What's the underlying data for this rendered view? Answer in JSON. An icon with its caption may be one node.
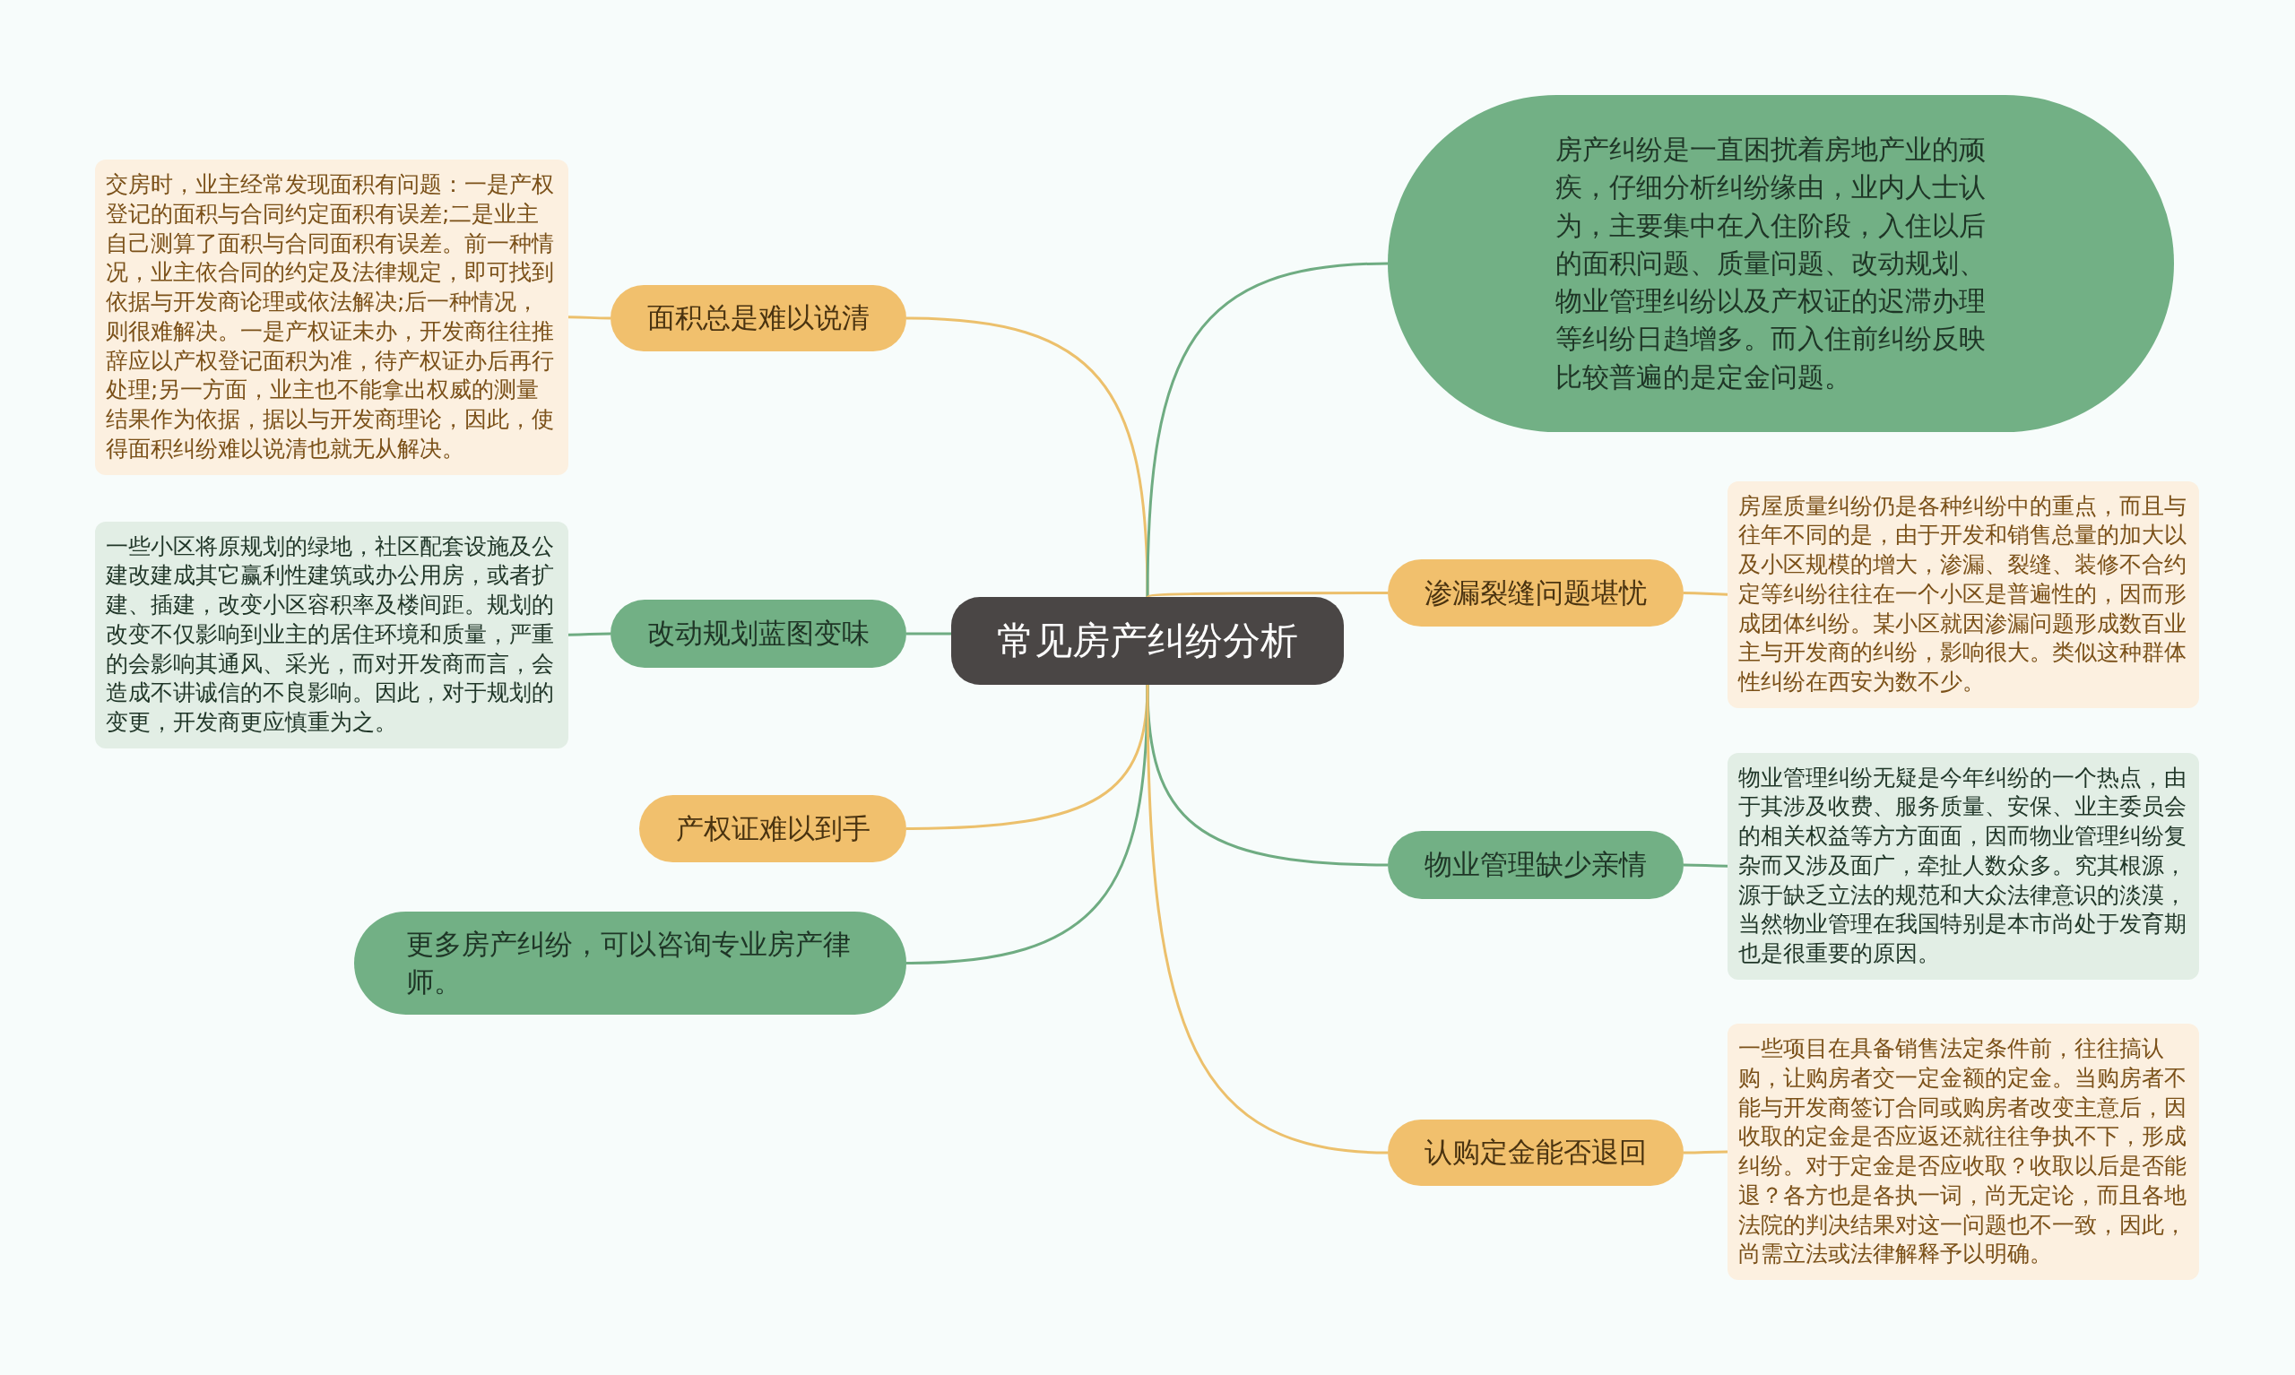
{
  "diagram": {
    "nodes": [
      {
        "text": [
          "常见房产纠纷分析"
        ]
      },
      {
        "text": [
          "面积总是难以说清"
        ]
      },
      {
        "text": [
          "交房时，业主经常发现面积有问题：一是产权登记的面积与合同约定面积有误差;二是业主自己测算了面积与合同面积有误差。前一种情况，业主依合同的约定及法律规定，即可找到依据与开发商论理或依法解决;后一种情况，则很难解决。一是产权证未办，开发商往往推辞应以产权登记面积为准，待产权证办后再行处理;另一方面，业主也不能拿出权威的测量结果作为依据，据以与开发商理论，因此，使得面积纠纷难以说清也就无从解决。"
        ]
      },
      {
        "text": [
          "改动规划蓝图变味"
        ]
      },
      {
        "text": [
          "一些小区将原规划的绿地，社区配套设施及公建改建成其它赢利性建筑或办公用房，或者扩建、插建，改变小区容积率及楼间距。规划的改变不仅影响到业主的居住环境和质量，严重的会影响其通风、采光，而对开发商而言，会造成不讲诚信的不良影响。因此，对于规划的变更，开发商更应慎重为之。"
        ]
      },
      {
        "text": [
          "产权证难以到手"
        ]
      },
      {
        "text": [
          "更多房产纠纷，可以咨询专业房产律师。"
        ]
      },
      {
        "text": [
          "房产纠纷是一直困扰着房地产业的顽疾，仔细分析纠纷缘由，业内人士认为，主要集中在入住阶段，入住以后的面积问题、质量问题、改动规划、物业管理纠纷以及产权证的迟滞办理等纠纷日趋增多。而入住前纠纷反映比较普遍的是定金问题。"
        ]
      },
      {
        "text": [
          "渗漏裂缝问题堪忧"
        ]
      },
      {
        "text": [
          "房屋质量纠纷仍是各种纠纷中的重点，而且与往年不同的是，由于开发和销售总量的加大以及小区规模的增大，渗漏、裂缝、装修不合约定等纠纷往往在一个小区是普遍性的，因而形成团体纠纷。某小区就因渗漏问题形成数百业主与开发商的纠纷，影响很大。类似这种群体性纠纷在西安为数不少。"
        ]
      },
      {
        "text": [
          "物业管理缺少亲情"
        ]
      },
      {
        "text": [
          "物业管理纠纷无疑是今年纠纷的一个热点，由于其涉及收费、服务质量、安保、业主委员会的相关权益等方方面面，因而物业管理纠纷复杂而又涉及面广，牵扯人数众多。究其根源，源于缺乏立法的规范和大众法律意识的淡漠，当然物业管理在我国特别是本市尚处于发育期也是很重要的原因。"
        ]
      },
      {
        "text": [
          "认购定金能否退回"
        ]
      },
      {
        "text": [
          "一些项目在具备销售法定条件前，往往搞认购，让购房者交一定金额的定金。当购房者不能与开发商签订合同或购房者改变主意后，因收取的定金是否应返还就往往争执不下，形成纠纷。对于定金是否应收取？收取以后是否能退？各方也是各执一词，尚无定论，而且各地法院的判决结果对这一问题也不一致，因此，尚需立法或法律解释予以明确。"
        ]
      }
    ],
    "edges": [
      {
        "from": 0,
        "to": 1,
        "arrow": "none",
        "color": "#ecc06c"
      },
      {
        "from": 1,
        "to": 2,
        "arrow": "none",
        "color": "#ecc06c"
      },
      {
        "from": 0,
        "to": 3,
        "arrow": "none",
        "color": "#6fac82"
      },
      {
        "from": 3,
        "to": 4,
        "arrow": "none",
        "color": "#6fac82"
      },
      {
        "from": 0,
        "to": 5,
        "arrow": "none",
        "color": "#ecc06c"
      },
      {
        "from": 0,
        "to": 6,
        "arrow": "none",
        "color": "#6fac82"
      },
      {
        "from": 0,
        "to": 7,
        "arrow": "none",
        "color": "#6fac82"
      },
      {
        "from": 0,
        "to": 8,
        "arrow": "none",
        "color": "#ecc06c"
      },
      {
        "from": 8,
        "to": 9,
        "arrow": "none",
        "color": "#ecc06c"
      },
      {
        "from": 0,
        "to": 10,
        "arrow": "none",
        "color": "#6fac82"
      },
      {
        "from": 10,
        "to": 11,
        "arrow": "none",
        "color": "#6fac82"
      },
      {
        "from": 0,
        "to": 12,
        "arrow": "none",
        "color": "#ecc06c"
      },
      {
        "from": 12,
        "to": 13,
        "arrow": "none",
        "color": "#ecc06c"
      }
    ]
  }
}
